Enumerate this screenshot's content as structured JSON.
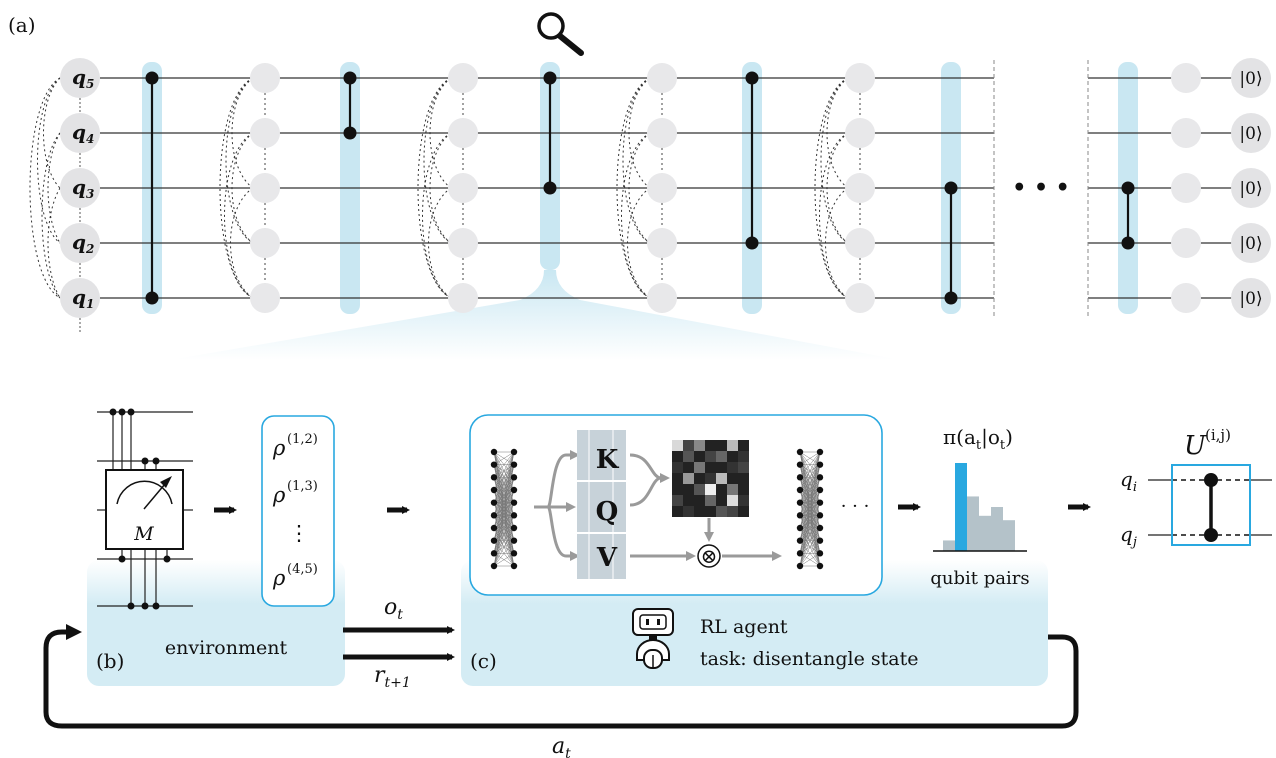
{
  "panel_labels": {
    "a": "(a)",
    "b": "(b)",
    "c": "(c)"
  },
  "qubits": [
    {
      "label": "q",
      "sub": "5"
    },
    {
      "label": "q",
      "sub": "4"
    },
    {
      "label": "q",
      "sub": "3"
    },
    {
      "label": "q",
      "sub": "2"
    },
    {
      "label": "q",
      "sub": "1"
    }
  ],
  "final_state": "|0⟩",
  "ellipsis": "• • •",
  "gates": [
    {
      "from": 5,
      "to": 1
    },
    {
      "from": 5,
      "to": 4
    },
    {
      "from": 5,
      "to": 3
    },
    {
      "from": 5,
      "to": 2
    },
    {
      "from": 3,
      "to": 1
    },
    {
      "from": 3,
      "to": 2
    }
  ],
  "environment": {
    "label": "environment",
    "measure_label": "M",
    "rdms": [
      {
        "base": "ρ",
        "sup": "(1,2)"
      },
      {
        "base": "ρ",
        "sup": "(1,3)"
      },
      {
        "base": "ρ",
        "sup": "(4,5)"
      }
    ],
    "vdots": "⋮"
  },
  "agent": {
    "attention": {
      "k": "K",
      "q": "Q",
      "v": "V"
    },
    "otimes": "⊗",
    "hdots": "· · ·",
    "name": "RL agent",
    "task": "task: disentangle state"
  },
  "policy": {
    "title": "π(a",
    "title_sub1": "t",
    "title_mid": "|o",
    "title_sub2": "t",
    "title_end": ")",
    "xlabel": "qubit pairs",
    "bars": [
      0.12,
      1.0,
      0.62,
      0.4,
      0.5,
      0.35
    ]
  },
  "unitary": {
    "label": "U",
    "sup": "(i,j)",
    "qi": "q",
    "qi_sub": "i",
    "qj": "q",
    "qj_sub": "j"
  },
  "signals": {
    "obs": "o",
    "obs_sub": "t",
    "reward": "r",
    "reward_sub": "t+1",
    "action": "a",
    "action_sub": "t"
  },
  "colors": {
    "accent": "#29a8e0",
    "panel": "#d4ecf4",
    "band": "#c9e7f2"
  }
}
